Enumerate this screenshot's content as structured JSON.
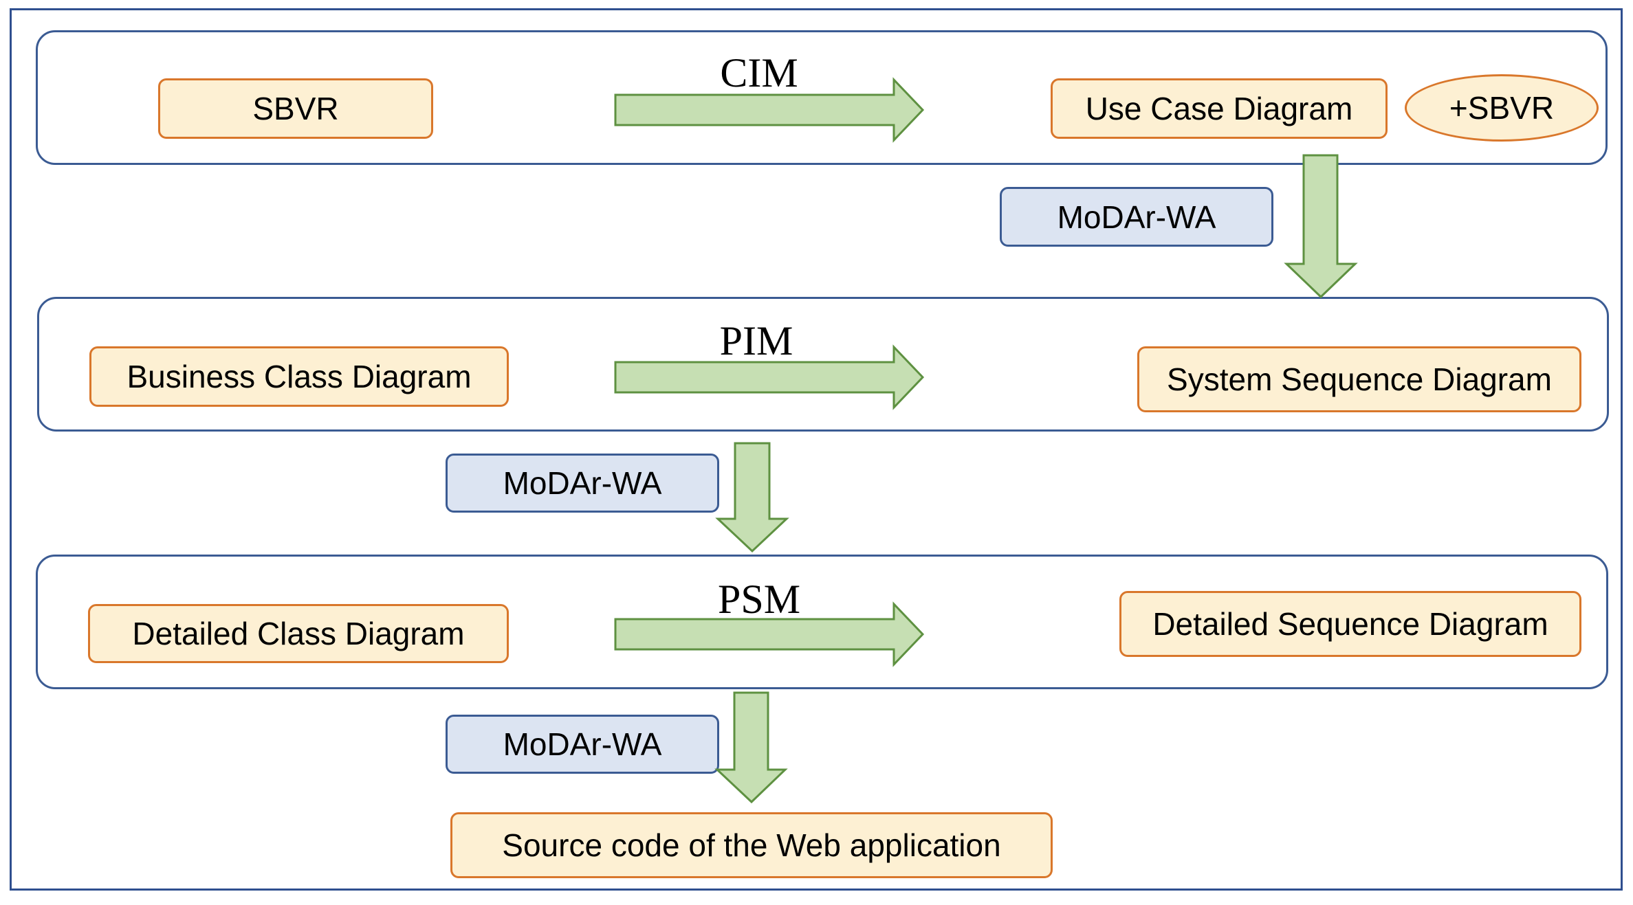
{
  "levels": {
    "cim": {
      "title": "CIM"
    },
    "pim": {
      "title": "PIM"
    },
    "psm": {
      "title": "PSM"
    }
  },
  "models": {
    "sbvr": "SBVR",
    "use_case_diagram": "Use Case Diagram",
    "sbvr_annotation": "+SBVR",
    "business_class_diagram": "Business Class Diagram",
    "system_sequence_diagram": "System Sequence Diagram",
    "detailed_class_diagram": "Detailed Class Diagram",
    "detailed_sequence_diagram": "Detailed Sequence Diagram",
    "source_code": "Source code of the Web application"
  },
  "tools": {
    "cim_to_pim": "MoDAr-WA",
    "pim_to_psm": "MoDAr-WA",
    "psm_to_code": "MoDAr-WA"
  },
  "colors": {
    "model_fill": "#fdf0d3",
    "model_border": "#d9772b",
    "tool_fill": "#dce4f2",
    "tool_border": "#3b5b93",
    "arrow_fill": "#c6dfb3",
    "arrow_border": "#5e9141",
    "panel_border": "#3b5b93"
  }
}
